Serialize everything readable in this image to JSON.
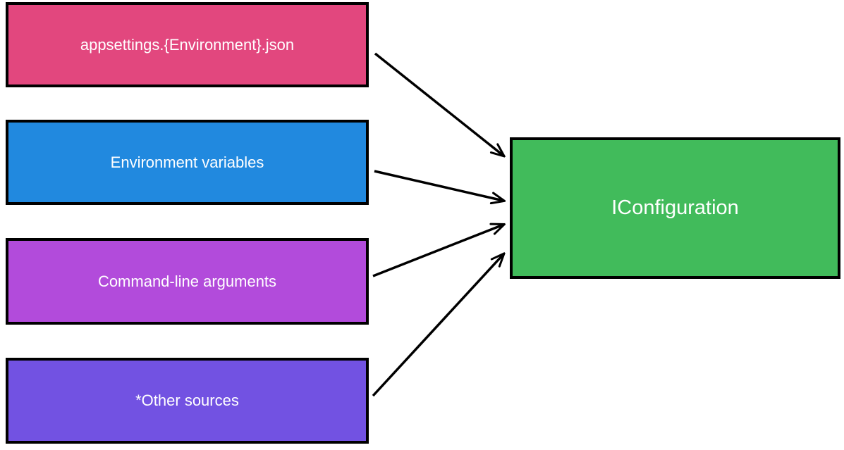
{
  "diagram": {
    "background_color": "#FFFFFF",
    "border_color": "#000000",
    "text_color": "#FFFFFF",
    "arrow_color": "#000000",
    "sources": [
      {
        "label": "appsettings.{Environment}.json",
        "color": "#E2477E"
      },
      {
        "label": "Environment variables",
        "color": "#2189DF"
      },
      {
        "label": "Command-line arguments",
        "color": "#B24BDB"
      },
      {
        "label": "*Other sources",
        "color": "#7252E2"
      }
    ],
    "target": {
      "label": "IConfiguration",
      "color": "#41BB5B"
    },
    "edges": [
      {
        "from": "appsettings.{Environment}.json",
        "to": "IConfiguration"
      },
      {
        "from": "Environment variables",
        "to": "IConfiguration"
      },
      {
        "from": "Command-line arguments",
        "to": "IConfiguration"
      },
      {
        "from": "*Other sources",
        "to": "IConfiguration"
      }
    ]
  }
}
